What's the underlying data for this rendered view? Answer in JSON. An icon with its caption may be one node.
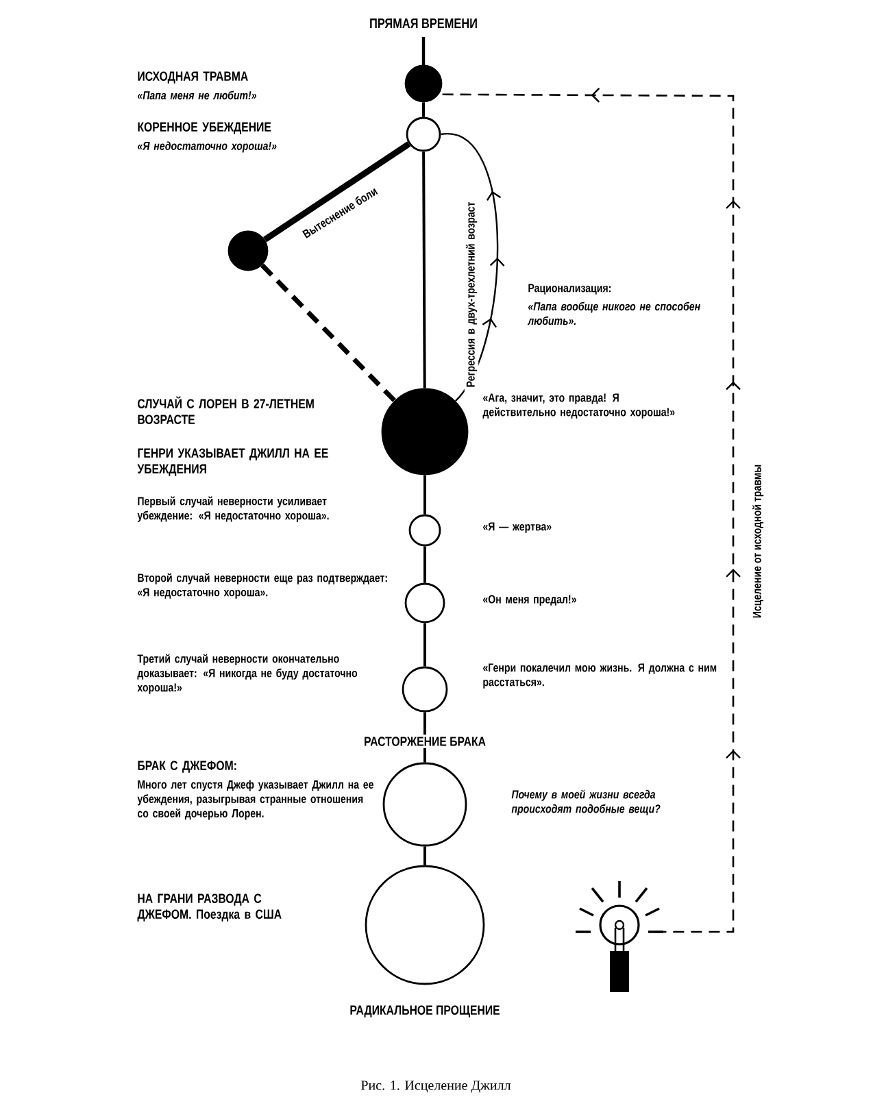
{
  "diagram": {
    "title": "ПРЯМАЯ ВРЕМЕНИ",
    "caption": "Рис. 1. Исцеление Джилл",
    "nodes": [
      {
        "text": [],
        "shape": "circle",
        "beside": [
          "ИСХОДНАЯ ТРАВМА",
          "«Папа меня не любит!»"
        ]
      },
      {
        "text": [],
        "shape": "circle",
        "beside": [
          "КОРЕННОЕ УБЕЖДЕНИЕ",
          "«Я недостаточно хороша!»"
        ]
      },
      {
        "text": [],
        "shape": "circle"
      },
      {
        "text": [],
        "shape": "circle",
        "beside": [
          "СЛУЧАЙ С ЛОРЕН В 27-ЛЕТНЕМ ВОЗРАСТЕ",
          "ГЕНРИ УКАЗЫВАЕТ ДЖИЛЛ НА ЕЕ УБЕЖДЕНИЯ",
          "«Ага, значит, это правда! Я действительно недостаточно хороша!»"
        ]
      },
      {
        "text": [],
        "shape": "circle",
        "beside": [
          "«Я — жертва»"
        ]
      },
      {
        "text": [],
        "shape": "circle",
        "beside": [
          "Второй случай неверности еще раз подтверждает: «Я недостаточно хороша».",
          "«Он меня предал!»"
        ]
      },
      {
        "text": [],
        "shape": "circle",
        "beside": [
          "Третий случай неверности окончательно доказывает: «Я никогда не буду достаточно хороша!»",
          "«Генри покалечил мою жизнь. Я должна с ним расстаться»."
        ]
      },
      {
        "text": [],
        "shape": "circle",
        "beside": [
          "БРАК С ДЖЕФОМ:",
          "Много лет спустя Джеф указывает Джилл на ее убеждения, разыгрывая странные отношения со своей дочерью Лорен.",
          "Почему в моей жизни всегда происходят подобные вещи?"
        ]
      },
      {
        "text": [],
        "shape": "circle"
      },
      {
        "text": [],
        "shape": "picture"
      }
    ],
    "edges": [
      {
        "from": 0,
        "to": 1,
        "arrow": "none"
      },
      {
        "from": 1,
        "to": 3,
        "arrow": "none"
      },
      {
        "from": 3,
        "to": 4,
        "arrow": "none"
      },
      {
        "from": 4,
        "to": 5,
        "arrow": "none"
      },
      {
        "from": 5,
        "to": 6,
        "arrow": "none"
      },
      {
        "from": 6,
        "to": 7,
        "arrow": "none"
      },
      {
        "from": 7,
        "to": 8,
        "arrow": "none"
      },
      {
        "from": 1,
        "to": 2,
        "arrow": "none",
        "label": "Вытеснение боли",
        "style": "thick"
      },
      {
        "from": 2,
        "to": 3,
        "arrow": "none",
        "style": "dashed"
      },
      {
        "from": 3,
        "to": 1,
        "arrow": "to",
        "label": "Регрессия в двух-трехлетний возраст"
      },
      {
        "from": 9,
        "to": 0,
        "arrow": "to",
        "label": "Исцеление от исходной травмы",
        "style": "dashed"
      }
    ],
    "labels": [
      "Рационализация:",
      "«Папа вообще никого не способен любить».",
      "Первый случай неверности усиливает убеждение: «Я недостаточно хороша».",
      "РАСТОРЖЕНИЕ БРАКА",
      "НА ГРАНИ РАЗВОДА С ДЖЕФОМ. Поездка в США",
      "РАДИКАЛЬНОЕ ПРОЩЕНИЕ"
    ]
  }
}
